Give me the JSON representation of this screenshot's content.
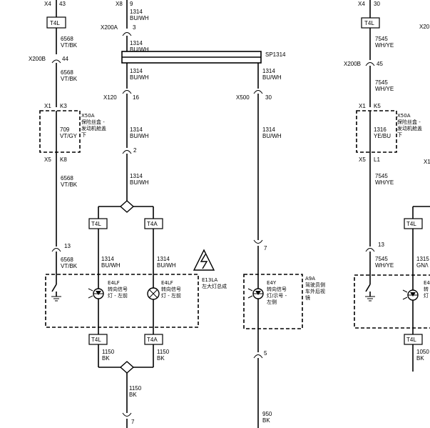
{
  "connectors": {
    "x4_left": "X4",
    "x4_left_pin": "43",
    "x8": "X8",
    "x8_pin": "9",
    "x200a": "X200A",
    "x200a_pin": "3",
    "x200b_left": "X200B",
    "x200b_left_pin": "44",
    "x1_left": "X1",
    "x1_left_pin": "K3",
    "x5_left": "X5",
    "x5_left_pin": "K8",
    "x120": "X120",
    "x120_pin": "16",
    "x500": "X500",
    "x500_pin": "30",
    "pin_2": "2",
    "pin_13_left": "13",
    "pin_7_mid": "7",
    "pin_5": "5",
    "pin_7_bottom": "7",
    "x4_right": "X4",
    "x4_right_pin": "30",
    "x20_right": "X20",
    "x200b_right": "X200B",
    "x200b_right_pin": "45",
    "x1_right": "X1",
    "x1_right_pin": "K5",
    "x5_right": "X5",
    "x5_right_pin": "L1",
    "pin_13_right": "13",
    "x1_far_right": "X1",
    "splice": "SP1314"
  },
  "terminals": {
    "t4l_a": "T4L",
    "t4l_b": "T4L",
    "t4a_b": "T4A",
    "t4l_c": "T4L",
    "t4a_c": "T4A",
    "t4l_right_top": "T4L",
    "t4l_right_mid": "T4L",
    "t4l_right_bottom": "T4L"
  },
  "wires": {
    "w_6568_1": [
      "6568",
      "VT/BK"
    ],
    "w_1314_1": [
      "1314",
      "BU/WH"
    ],
    "w_1314_2": [
      "1314",
      "BU/WH"
    ],
    "w_6568_2": [
      "6568",
      "VT/BK"
    ],
    "w_1314_3": [
      "1314",
      "BU/WH"
    ],
    "w_1314_sp": [
      "1314",
      "BU/WH"
    ],
    "w_709": [
      "709",
      "VT/GY"
    ],
    "w_1314_4": [
      "1314",
      "BU/WH"
    ],
    "w_1314_5": [
      "1314",
      "BU/WH"
    ],
    "w_6568_3": [
      "6568",
      "VT/BK"
    ],
    "w_1314_6": [
      "1314",
      "BU/WH"
    ],
    "w_6568_4": [
      "6568",
      "VT/BK"
    ],
    "w_1314_7": [
      "1314",
      "BU/WH"
    ],
    "w_1314_8": [
      "1314",
      "BU/WH"
    ],
    "w_1150_1": [
      "1150",
      "BK"
    ],
    "w_1150_2": [
      "1150",
      "BK"
    ],
    "w_1150_3": [
      "1150",
      "BK"
    ],
    "w_950": [
      "950",
      "BK"
    ],
    "w_7545_1": [
      "7545",
      "WH/YE"
    ],
    "w_7545_2": [
      "7545",
      "WH/YE"
    ],
    "w_1316": [
      "1316",
      "YE/BU"
    ],
    "w_7545_3": [
      "7545",
      "WH/YE"
    ],
    "w_7545_4": [
      "7545",
      "WH/YE"
    ],
    "w_1315": [
      "1315",
      "GN/\\"
    ],
    "w_1050": [
      "1050",
      "BK"
    ]
  },
  "components": {
    "x50a_left": [
      "X50A",
      "保险丝盒 -",
      "发动机舱盖",
      "下"
    ],
    "e4lf": [
      "E4LF",
      "转向信号",
      "灯 - 左前"
    ],
    "e4lf2": [
      "E4LF",
      "转向信号",
      "灯 - 左前"
    ],
    "e13la": [
      "E13LA",
      "左大灯总成"
    ],
    "e4y": [
      "E4Y",
      "转向信号",
      "灯/示号 -",
      "左侧"
    ],
    "a9a": [
      "A9A",
      "驾驶员侧",
      "车外后视",
      "镜"
    ],
    "x50a_right": [
      "X50A",
      "保险丝盒 -",
      "发动机舱盖",
      "下"
    ],
    "e4_right": [
      "E4",
      "转",
      "灯"
    ]
  }
}
